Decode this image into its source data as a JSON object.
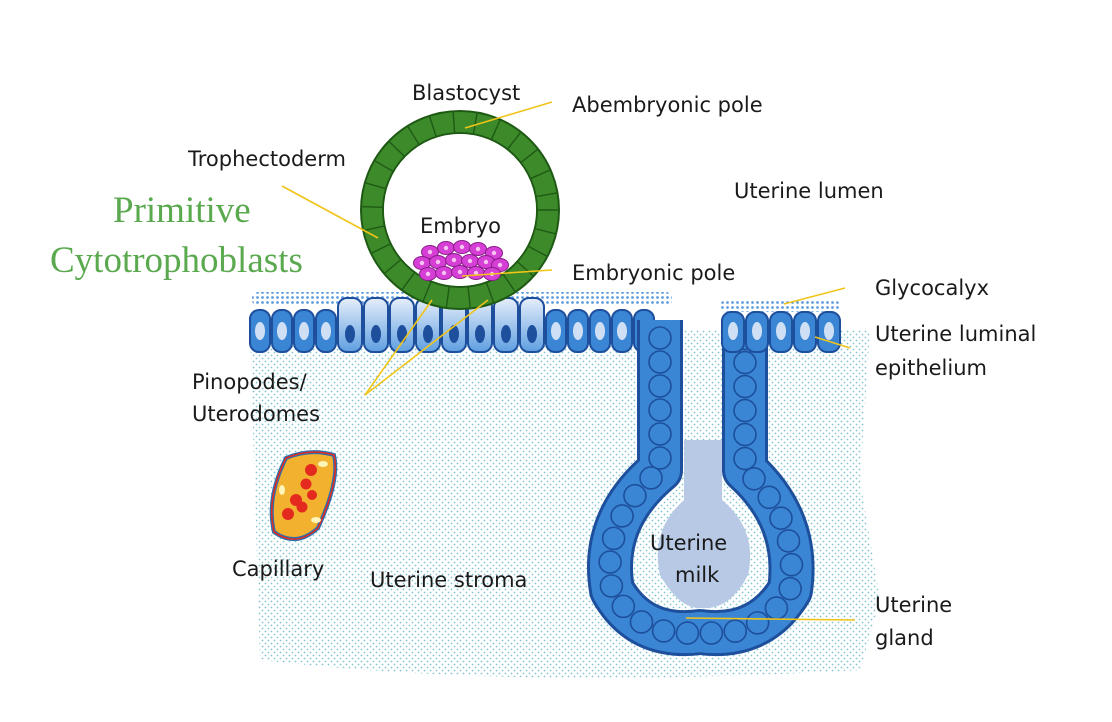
{
  "labels": {
    "blastocyst": "Blastocyst",
    "abembryonic_pole": "Abembryonic pole",
    "trophectoderm": "Trophectoderm",
    "primitive_line1": "Primitive",
    "primitive_line2": "Cytotrophoblasts",
    "uterine_lumen": "Uterine lumen",
    "embryo": "Embryo",
    "embryonic_pole": "Embryonic pole",
    "glycocalyx": "Glycocalyx",
    "luminal_epi_line1": "Uterine luminal",
    "luminal_epi_line2": "epithelium",
    "pinopodes_line1": "Pinopodes/",
    "pinopodes_line2": "Uterodomes",
    "capillary": "Capillary",
    "uterine_stroma": "Uterine stroma",
    "uterine_milk_line1": "Uterine",
    "uterine_milk_line2": "milk",
    "uterine_gland_line1": "Uterine",
    "uterine_gland_line2": "gland"
  },
  "colors": {
    "trophectoderm": "#3c8a2a",
    "trophectoderm_dark": "#1f5a14",
    "embryo_cells": "#d63fd6",
    "embryo_nuclei": "#f7c5f0",
    "epithelium": "#3a86d4",
    "epithelium_dark": "#1d4f9c",
    "epithelium_light": "#cfe0f5",
    "stroma_dots": "#7fc6cf",
    "gland_lumen": "#b8c9e6",
    "capillary_fill": "#f2b230",
    "capillary_blood": "#e42a1f",
    "capillary_wall": "#2b6fb0",
    "leader_line": "#f0c419",
    "primitive_text": "#5aa94f"
  }
}
